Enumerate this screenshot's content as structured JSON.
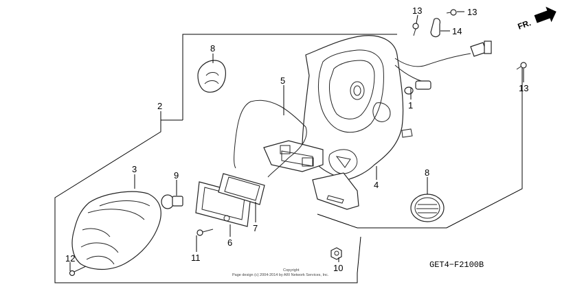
{
  "direction_label": "FR.",
  "diagram_code": "GET4−F2100B",
  "copyright": {
    "line1": "Copyright",
    "line2": "Page design (c) 2004-2014 by ARI Network Services, Inc."
  },
  "callouts": [
    {
      "id": "1",
      "part": "bulb-socket"
    },
    {
      "id": "2",
      "part": "taillight-assembly"
    },
    {
      "id": "3",
      "part": "taillight-lens"
    },
    {
      "id": "4",
      "part": "taillight-housing"
    },
    {
      "id": "5",
      "part": "wire-harness"
    },
    {
      "id": "6",
      "part": "license-light-lens"
    },
    {
      "id": "7",
      "part": "license-light-gasket"
    },
    {
      "id": "8",
      "part": "reflector-upper"
    },
    {
      "id": "8",
      "part": "reflector-lower"
    },
    {
      "id": "9",
      "part": "bulb"
    },
    {
      "id": "10",
      "part": "nut"
    },
    {
      "id": "11",
      "part": "screw-license"
    },
    {
      "id": "12",
      "part": "screw-lens"
    },
    {
      "id": "13",
      "part": "bolt-top"
    },
    {
      "id": "13",
      "part": "bolt-top-right"
    },
    {
      "id": "13",
      "part": "bolt-right"
    },
    {
      "id": "14",
      "part": "clamp"
    }
  ]
}
